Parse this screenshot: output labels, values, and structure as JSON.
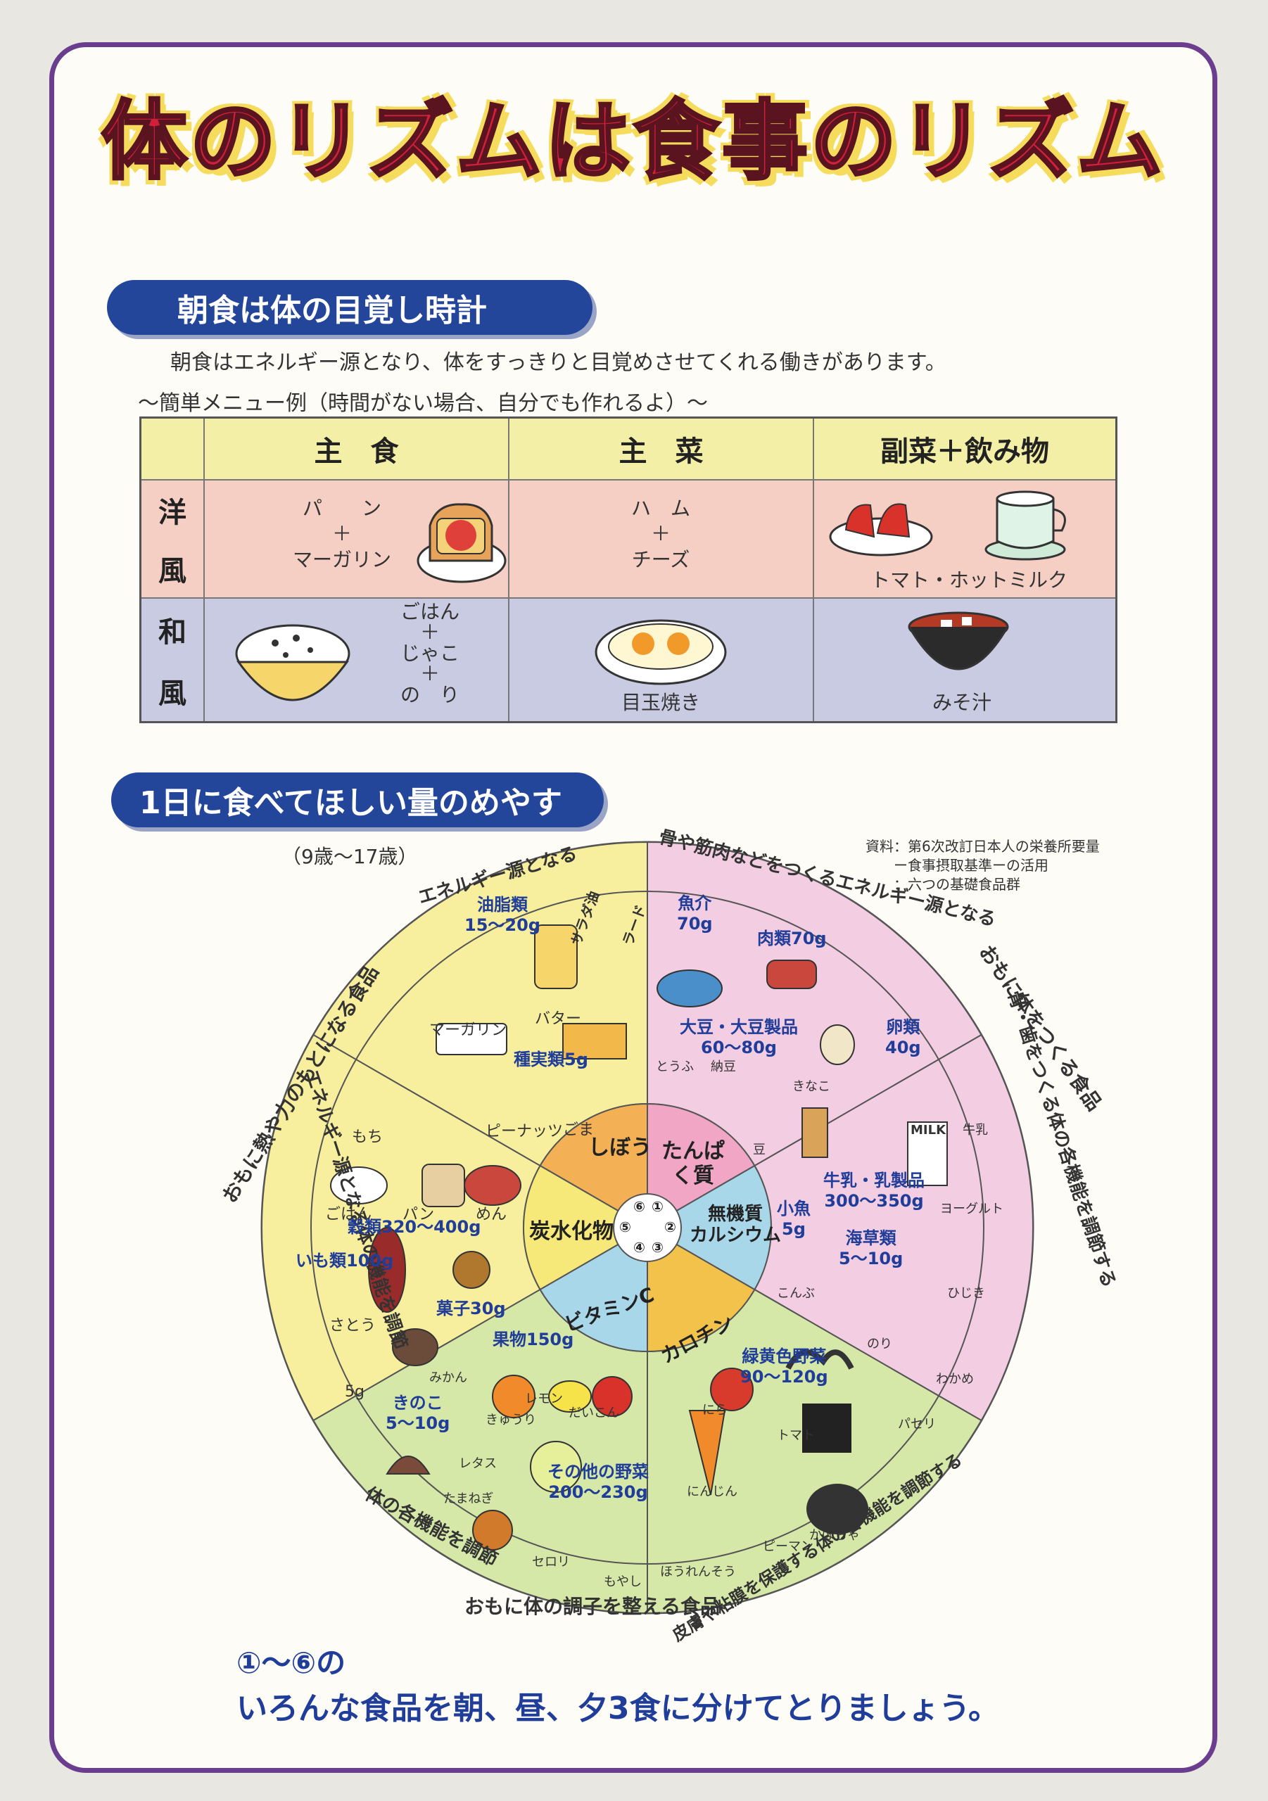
{
  "title": "体のリズムは食事のリズム",
  "breakfast": {
    "heading": "朝食は体の目覚し時計",
    "description": "朝食はエネルギー源となり、体をすっきりと目覚めさせてくれる働きがあります。",
    "menu_caption": "〜簡単メニュー例（時間がない場合、自分でも作れるよ）〜",
    "columns": [
      "主　食",
      "主　菜",
      "副菜＋飲み物"
    ],
    "western": {
      "label_1": "洋",
      "label_2": "風",
      "staple": "パ　　ン\n＋\nマーガリン",
      "main": "ハ　ム\n＋\nチーズ",
      "side": "トマト・ホットミルク"
    },
    "japanese": {
      "label_1": "和",
      "label_2": "風",
      "staple": "ごはん\n＋\nじゃこ\n＋\nの　り",
      "main": "目玉焼き",
      "side": "みそ汁"
    }
  },
  "daily": {
    "heading": "1日に食べてほしい量のめやす",
    "age": "（9歳〜17歳）",
    "source": "資料：第6次改訂日本人の栄養所要量\n　　ー食事摂取基準ーの活用\n　　：六つの基礎食品群",
    "outer_labels": {
      "energy": "おもに熱や力のもとになる食品",
      "body": "おもに体をつくる食品",
      "condition": "おもに体の調子を整える食品"
    },
    "ring_labels": {
      "energy_fat": "エネルギー源となる",
      "energy_carb": "エネルギー源となる体の機能を調節",
      "body_protein": "骨や筋肉などをつくるエネルギー源となる",
      "body_mineral": "骨・歯をつくる体の各機能を調節する",
      "cond_carotene": "皮膚や粘膜を保護する体の各機能を調節する",
      "cond_vitc": "体の各機能を調節"
    },
    "center": {
      "fat": "しぼう",
      "protein": "たんぱく質",
      "mineral": "無機質\nカルシウム",
      "carotene": "カロチン",
      "vitc": "ビタミンC",
      "carb": "炭水化物",
      "nums": [
        "①",
        "②",
        "③",
        "④",
        "⑤",
        "⑥"
      ]
    },
    "foods": {
      "oils": "油脂類\n15〜20g",
      "salad_oil": "サラダ油",
      "lard": "ラード",
      "butter": "バター",
      "margarine": "マーガリン",
      "nuts": "種実類5g",
      "peanuts": "ピーナッツ",
      "sesame": "ごま",
      "mochi": "もち",
      "rice": "ごはん",
      "bread": "パン",
      "noodles": "めん",
      "grains": "穀類320〜400g",
      "potatoes": "いも類100g",
      "sugar": "さとう",
      "sugar_amt": "5g",
      "sweets": "菓子30g",
      "fish": "魚介\n70g",
      "meat": "肉類70g",
      "beans": "大豆・大豆製品\n60〜80g",
      "tofu": "とうふ",
      "natto": "納豆",
      "kinako": "きなこ",
      "bean": "豆",
      "eggs": "卵類\n40g",
      "milk_label": "MILK",
      "milk": "牛乳",
      "dairy": "牛乳・乳製品\n300〜350g",
      "yogurt": "ヨーグルト",
      "small_fish": "小魚\n5g",
      "seaweed": "海草類\n5〜10g",
      "kombu": "こんぶ",
      "hijiki": "ひじき",
      "nori": "のり",
      "wakame": "わかめ",
      "fruits": "果物150g",
      "mikan": "みかん",
      "lemon": "レモン",
      "cucumber": "きゅうり",
      "daikon": "だいこん",
      "mushrooms": "きのこ\n5〜10g",
      "lettuce": "レタス",
      "onion": "たまねぎ",
      "celery": "セロリ",
      "sprouts": "もやし",
      "other_veg": "その他の野菜\n200〜230g",
      "green_veg": "緑黄色野菜\n90〜120g",
      "chive": "にら",
      "tomato": "トマト",
      "parsley": "パセリ",
      "carrot": "にんじん",
      "pepper": "ピーマン",
      "pumpkin": "かぼちゃ",
      "spinach": "ほうれんそう"
    }
  },
  "footer": {
    "line1": "①〜⑥の",
    "line2": "いろんな食品を朝、昼、夕3食に分けてとりましょう。"
  },
  "colors": {
    "frame": "#6a3d8f",
    "pill": "#24469a",
    "energy": "#f7ef9e",
    "body": "#f3cde2",
    "condition": "#d5e8a8"
  }
}
